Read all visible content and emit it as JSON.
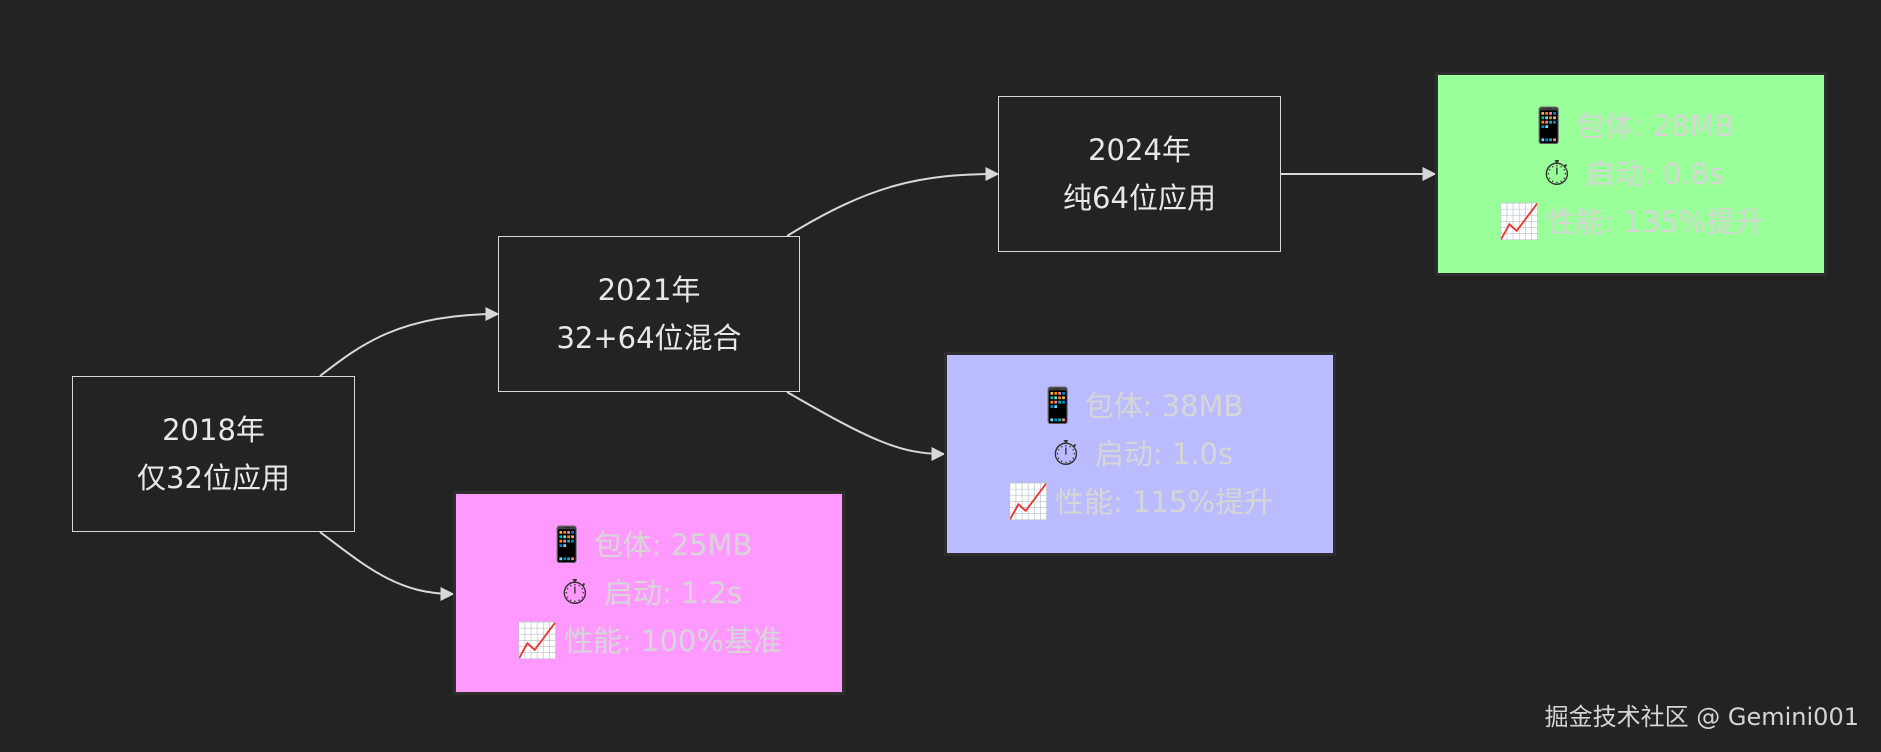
{
  "nodes": {
    "n2018": {
      "year": "2018年",
      "desc": "仅32位应用"
    },
    "n2021": {
      "year": "2021年",
      "desc": "32+64位混合"
    },
    "n2024": {
      "year": "2024年",
      "desc": "纯64位应用"
    }
  },
  "metrics": {
    "m2018": {
      "fill": "#ff99ff",
      "size": "包体: 25MB",
      "startup": "启动: 1.2s",
      "perf": "性能: 100%基准"
    },
    "m2021": {
      "fill": "#bbbbff",
      "size": "包体: 38MB",
      "startup": "启动: 1.0s",
      "perf": "性能: 115%提升"
    },
    "m2024": {
      "fill": "#99ff99",
      "size": "包体: 28MB",
      "startup": "启动: 0.8s",
      "perf": "性能: 135%提升"
    }
  },
  "icons": {
    "size": "mobile-phone-icon",
    "startup": "stopwatch-icon",
    "perf": "chart-increasing-icon"
  },
  "colors": {
    "background": "#232323",
    "edge": "#d8d8d8",
    "node_border": "#d8d8d8"
  },
  "watermark": "掘金技术社区 @ Gemini001"
}
